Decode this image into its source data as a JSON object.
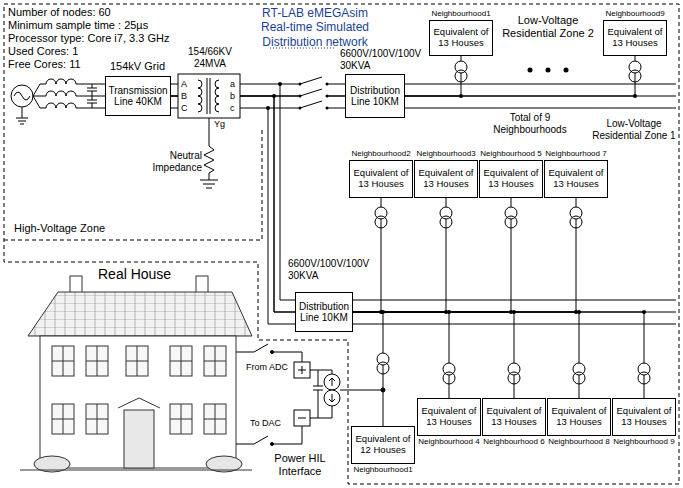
{
  "diagram": {
    "title": "RT-LAB eMEGAsim Real-time Simulated Distribution network",
    "nodes": [
      {
        "text": [
          "Transmission Line 40KM"
        ]
      },
      {
        "text": [
          "Distribution Line 10KM"
        ]
      },
      {
        "text": [
          "Neighbourhood1",
          "Equivalent of 13 Houses"
        ]
      },
      {
        "text": [
          "Neighbourhood9",
          "Equivalent of 13 Houses"
        ]
      },
      {
        "text": [
          "Distribution Line 10KM"
        ]
      },
      {
        "text": [
          "Neighbourhood2",
          "Equivalent of 13 Houses"
        ]
      },
      {
        "text": [
          "Neighbourhood3",
          "Equivalent of 13 Houses"
        ]
      },
      {
        "text": [
          "Neighbourhood 5",
          "Equivalent of 13 Houses"
        ]
      },
      {
        "text": [
          "Neighbourhood 7",
          "Equivalent of 13 Houses"
        ]
      },
      {
        "text": [
          "Neighbourhood 4",
          "Equivalent of 13 Houses"
        ]
      },
      {
        "text": [
          "Neighbourhood 6",
          "Equivalent of 13 Houses"
        ]
      },
      {
        "text": [
          "Neighbourhood 8",
          "Equivalent of 13 Houses"
        ]
      },
      {
        "text": [
          "Neighbourhood 9",
          "Equivalent of 13 Houses"
        ]
      },
      {
        "text": [
          "Neighbourhood1",
          "Equivalent of 12 Houses"
        ]
      }
    ],
    "edges": [
      {
        "from": 0,
        "to": 1,
        "arrow": "none"
      },
      {
        "from": 0,
        "to": 4,
        "arrow": "none"
      },
      {
        "from": 1,
        "to": 2,
        "arrow": "none"
      },
      {
        "from": 1,
        "to": 3,
        "arrow": "none"
      },
      {
        "from": 4,
        "to": 5,
        "arrow": "none"
      },
      {
        "from": 4,
        "to": 6,
        "arrow": "none"
      },
      {
        "from": 4,
        "to": 7,
        "arrow": "none"
      },
      {
        "from": 4,
        "to": 8,
        "arrow": "none"
      },
      {
        "from": 4,
        "to": 9,
        "arrow": "none"
      },
      {
        "from": 4,
        "to": 10,
        "arrow": "none"
      },
      {
        "from": 4,
        "to": 11,
        "arrow": "none"
      },
      {
        "from": 4,
        "to": 12,
        "arrow": "none"
      },
      {
        "from": 4,
        "to": 13,
        "arrow": "none"
      }
    ],
    "labels": [
      "Number of nodes: 60",
      "Minimum sample time : 25µs",
      "Processor type: Core i7, 3.3 GHz",
      "Used Cores: 1",
      "Free Cores: 11",
      "154kV Grid",
      "154/66KV 24MVA",
      "A",
      "B",
      "C",
      "a",
      "b",
      "c",
      "Yg",
      "Neutral Impedance",
      "High-Voltage Zone",
      "6600V/100V/100V 30KVA",
      "Low-Voltage Residential Zone 2",
      "Total of 9 Neighbourhoods",
      "Low-Voltage Residential Zone 1",
      "6600V/100V/100V 30KVA",
      "Real House",
      "From ADC",
      "To DAC",
      "Power HIL Interface"
    ]
  }
}
